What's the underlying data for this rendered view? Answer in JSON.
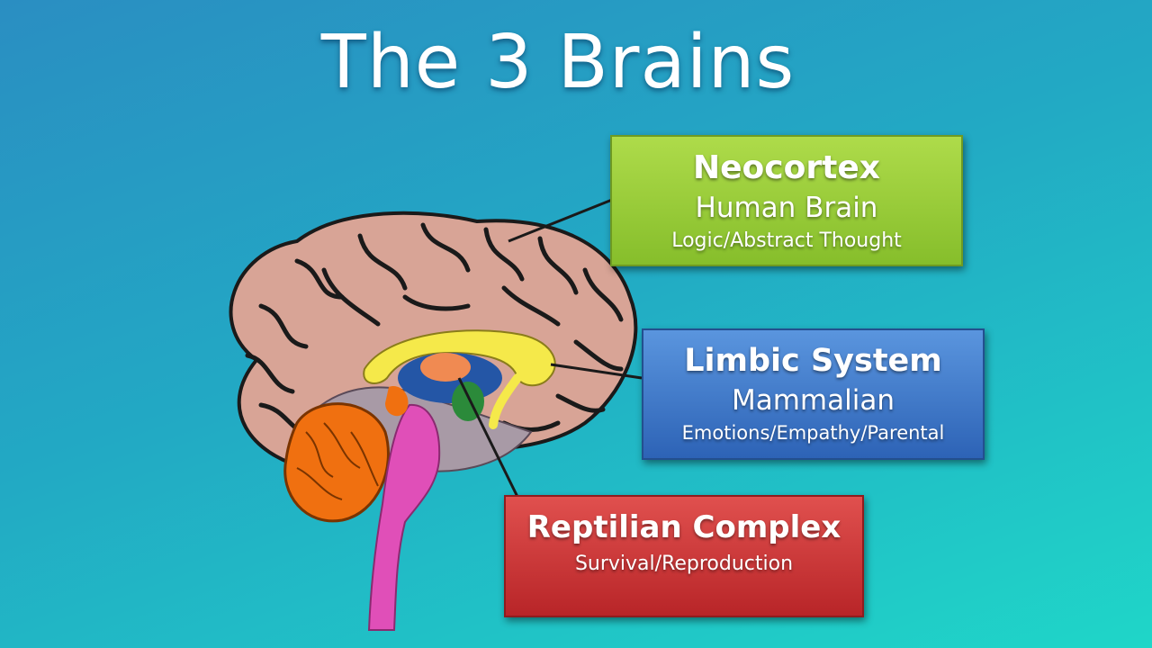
{
  "title": "The 3 Brains",
  "labels": {
    "neocortex": {
      "title": "Neocortex",
      "subtitle": "Human Brain",
      "description": "Logic/Abstract Thought",
      "color": "#8fc432"
    },
    "limbic": {
      "title": "Limbic System",
      "subtitle": "Mammalian",
      "description": "Emotions/Empathy/Parental",
      "color": "#3b73c8"
    },
    "reptilian": {
      "title": "Reptilian Complex",
      "description": "Survival/Reproduction",
      "color": "#c93134"
    }
  },
  "brain_colors": {
    "cortex": "#d8a496",
    "sulci": "#1a1a1a",
    "corpus_callosum": "#f5e94a",
    "ventricle": "#2456a6",
    "thalamus": "#f08a52",
    "amygdala": "#2b8a3a",
    "cerebellum": "#f07010",
    "brainstem": "#e04fb8",
    "inner_matter": "#a89aa6"
  }
}
